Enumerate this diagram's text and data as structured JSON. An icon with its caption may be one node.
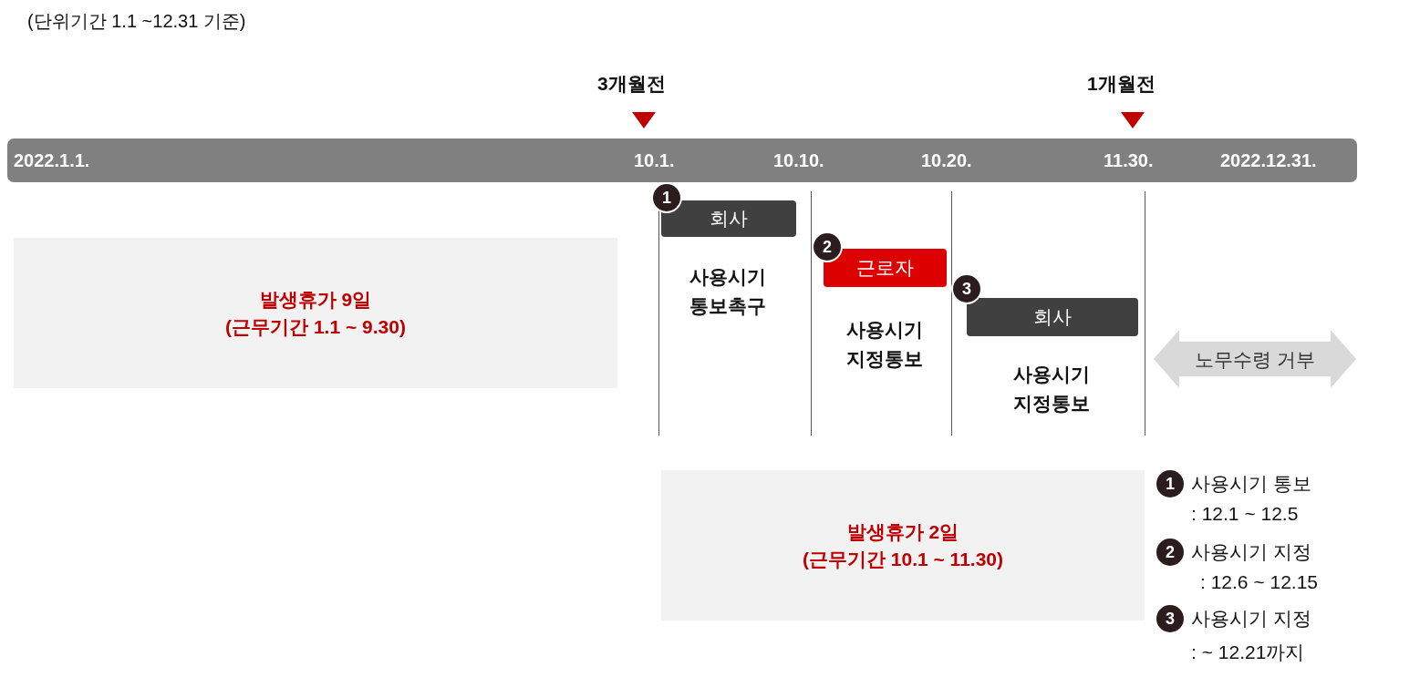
{
  "diagram": {
    "nodes": [
      {
        "text": [
          "2022.1.1.",
          "10.1.",
          "10.10.",
          "10.20.",
          "11.30.",
          "2022.12.31."
        ]
      },
      {
        "text": [
          "발생휴가 9일",
          "(근무기간 1.1 ~ 9.30)"
        ]
      },
      {
        "text": [
          "1"
        ]
      },
      {
        "text": [
          "회사"
        ],
        "beside": [
          "사용시기 통보촉구"
        ]
      },
      {
        "text": [
          "2"
        ]
      },
      {
        "text": [
          "근로자"
        ],
        "beside": [
          "사용시기 지정통보"
        ]
      },
      {
        "text": [
          "3"
        ]
      },
      {
        "text": [
          "회사"
        ],
        "beside": [
          "사용시기 지정통보"
        ]
      },
      {
        "text": [
          "노무수령 거부"
        ]
      },
      {
        "text": [
          "발생휴가 2일",
          "(근무기간 10.1 ~ 11.30)"
        ]
      },
      {
        "text": [
          "1"
        ]
      },
      {
        "text": [
          "2"
        ]
      },
      {
        "text": [
          "3"
        ]
      }
    ],
    "labels": [
      "(단위기간 1.1 ~12.31 기준)",
      "3개월전",
      "1개월전",
      "사용시기 통보",
      ": 12.1 ~ 12.5",
      "사용시기 지정",
      ": 12.6 ~ 12.15",
      "사용시기 지정",
      ": ~ 12.21까지"
    ]
  }
}
